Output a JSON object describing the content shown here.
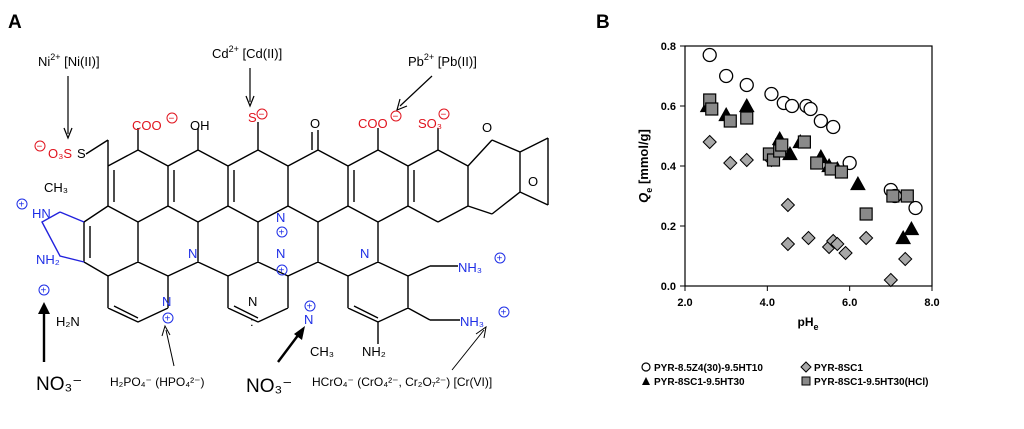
{
  "panels": {
    "a_letter": "A",
    "b_letter": "B"
  },
  "structure": {
    "metal_ions": {
      "ni": {
        "ion": "Ni",
        "charge": "2+",
        "name": "[Ni(II)]"
      },
      "cd": {
        "ion": "Cd",
        "charge": "2+",
        "name": "[Cd(II)]"
      },
      "pb": {
        "ion": "Pb",
        "charge": "2+",
        "name": "[Pb(II)]"
      }
    },
    "groups": {
      "coo_left": "COO",
      "coo_right": "COO",
      "oh": "OH",
      "so3_left": "O₃S",
      "so3_right": "SO₃",
      "s_minus": "S",
      "ch3_top": "CH₃",
      "nh_ring": "HN",
      "nh2_ring": "NH₂",
      "h2n": "H₂N",
      "nh3_right": "NH₃",
      "nh3_bottom": "NH₃",
      "nh2_bottom": "NH₂",
      "ch3_bottom": "CH₃",
      "n_label": "N",
      "o_label": "O",
      "plus": "+",
      "minus": "−",
      "lone_pair": ":"
    },
    "anions": {
      "nitrate_1": "NO₃⁻",
      "nitrate_2": "NO₃⁻",
      "phosphate": "H₂PO₄⁻ (HPO₄²⁻)",
      "chromate": "HCrO₄⁻ (CrO₄²⁻, Cr₂O₇²⁻) [Cr(VI)]"
    },
    "colors": {
      "red": "#e0141e",
      "blue": "#1e2ee6"
    }
  },
  "chart_data": {
    "type": "scatter",
    "xlabel": "pHe",
    "ylabel": "Qe [mmol/g]",
    "xlim": [
      2.0,
      8.0
    ],
    "ylim": [
      0.0,
      0.8
    ],
    "xticks": [
      "2.0",
      "4.0",
      "6.0",
      "8.0"
    ],
    "yticks": [
      "0.0",
      "0.2",
      "0.4",
      "0.6",
      "0.8"
    ],
    "legend_position": "bottom",
    "series": [
      {
        "name": "PYR-8.5Z4(30)-9.5HT10",
        "marker": "circle-open",
        "points": [
          [
            2.6,
            0.77
          ],
          [
            3.0,
            0.7
          ],
          [
            3.5,
            0.67
          ],
          [
            4.1,
            0.64
          ],
          [
            4.4,
            0.61
          ],
          [
            4.6,
            0.6
          ],
          [
            4.95,
            0.6
          ],
          [
            5.05,
            0.59
          ],
          [
            5.3,
            0.55
          ],
          [
            5.6,
            0.53
          ],
          [
            6.0,
            0.41
          ],
          [
            7.0,
            0.32
          ],
          [
            7.1,
            0.3
          ],
          [
            7.6,
            0.26
          ]
        ]
      },
      {
        "name": "PYR-8SC1",
        "marker": "diamond-gray",
        "points": [
          [
            2.6,
            0.48
          ],
          [
            3.1,
            0.41
          ],
          [
            3.5,
            0.42
          ],
          [
            4.1,
            0.42
          ],
          [
            4.5,
            0.27
          ],
          [
            4.5,
            0.14
          ],
          [
            5.0,
            0.16
          ],
          [
            5.5,
            0.13
          ],
          [
            5.6,
            0.15
          ],
          [
            5.7,
            0.14
          ],
          [
            5.9,
            0.11
          ],
          [
            6.4,
            0.16
          ],
          [
            7.0,
            0.02
          ],
          [
            7.35,
            0.09
          ]
        ]
      },
      {
        "name": "PYR-8SC1-9.5HT30",
        "marker": "triangle-black",
        "points": [
          [
            2.55,
            0.6
          ],
          [
            3.0,
            0.57
          ],
          [
            3.5,
            0.6
          ],
          [
            4.3,
            0.49
          ],
          [
            4.55,
            0.44
          ],
          [
            4.8,
            0.48
          ],
          [
            5.3,
            0.43
          ],
          [
            5.5,
            0.4
          ],
          [
            5.7,
            0.39
          ],
          [
            6.2,
            0.34
          ],
          [
            7.3,
            0.16
          ],
          [
            7.5,
            0.19
          ]
        ]
      },
      {
        "name": "PYR-8SC1-9.5HT30(HCl)",
        "marker": "square-gray",
        "points": [
          [
            2.6,
            0.62
          ],
          [
            2.65,
            0.59
          ],
          [
            3.1,
            0.55
          ],
          [
            3.5,
            0.56
          ],
          [
            4.05,
            0.44
          ],
          [
            4.15,
            0.42
          ],
          [
            4.3,
            0.45
          ],
          [
            4.35,
            0.47
          ],
          [
            4.9,
            0.48
          ],
          [
            5.2,
            0.41
          ],
          [
            5.55,
            0.39
          ],
          [
            5.8,
            0.38
          ],
          [
            6.4,
            0.24
          ],
          [
            7.05,
            0.3
          ],
          [
            7.4,
            0.3
          ]
        ]
      }
    ]
  }
}
